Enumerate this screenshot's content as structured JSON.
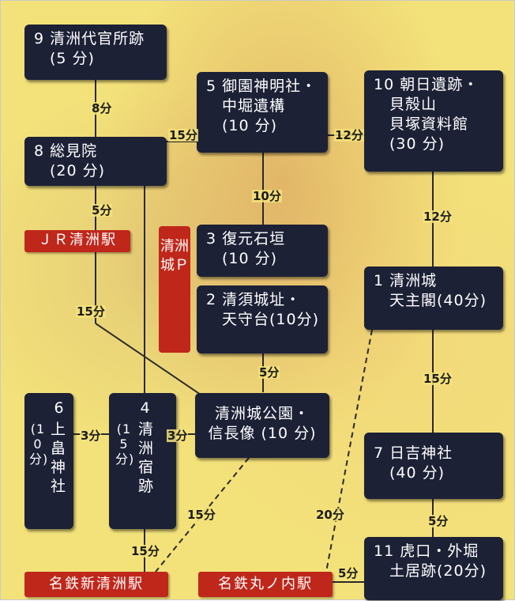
{
  "spots": {
    "s9": "9 清洲代官所跡\n　(5 分)",
    "s5": "5 御園神明社・\n　中堀遺構\n　(10 分)",
    "s10": "10 朝日遺跡・\n　貝殻山\n　貝塚資料館\n　(30 分)",
    "s8": "8 総見院\n　(20 分)",
    "s3": "3 復元石垣\n　(10 分)",
    "s2": "2 清須城址・\n　天守台(10分)",
    "s1": "1 清洲城\n　天主閣(40分)",
    "park": "清洲城公園・\n信長像 (10 分)",
    "s7": "7 日吉神社\n　(40 分)",
    "s11": "11 虎口・外堀\n　土居跡(20分)",
    "s6_num": "6",
    "s6_name": "上畠神社",
    "s6_time": "(10分)",
    "s4_num": "4",
    "s4_name": "清洲宿跡",
    "s4_time": "(15分)"
  },
  "stations": {
    "jr": "ＪＲ清洲駅",
    "meitetsu_shin": "名鉄新清洲駅",
    "meitetsu_maru": "名鉄丸ノ内駅"
  },
  "parking": "清洲城Ｐ",
  "times": {
    "t9_8": "8分",
    "t8_5": "15分",
    "t5_10": "12分",
    "t8_jr": "5分",
    "t5_3": "10分",
    "t10_1": "12分",
    "tjr_park": "15分",
    "t2_park": "5分",
    "t1_7": "15分",
    "t6_4": "3分",
    "t4_park": "3分",
    "tpark_shin": "15分",
    "t1_maru": "20分",
    "t7_11": "5分",
    "t4_shin": "15分",
    "tmaru_11": "5分"
  }
}
